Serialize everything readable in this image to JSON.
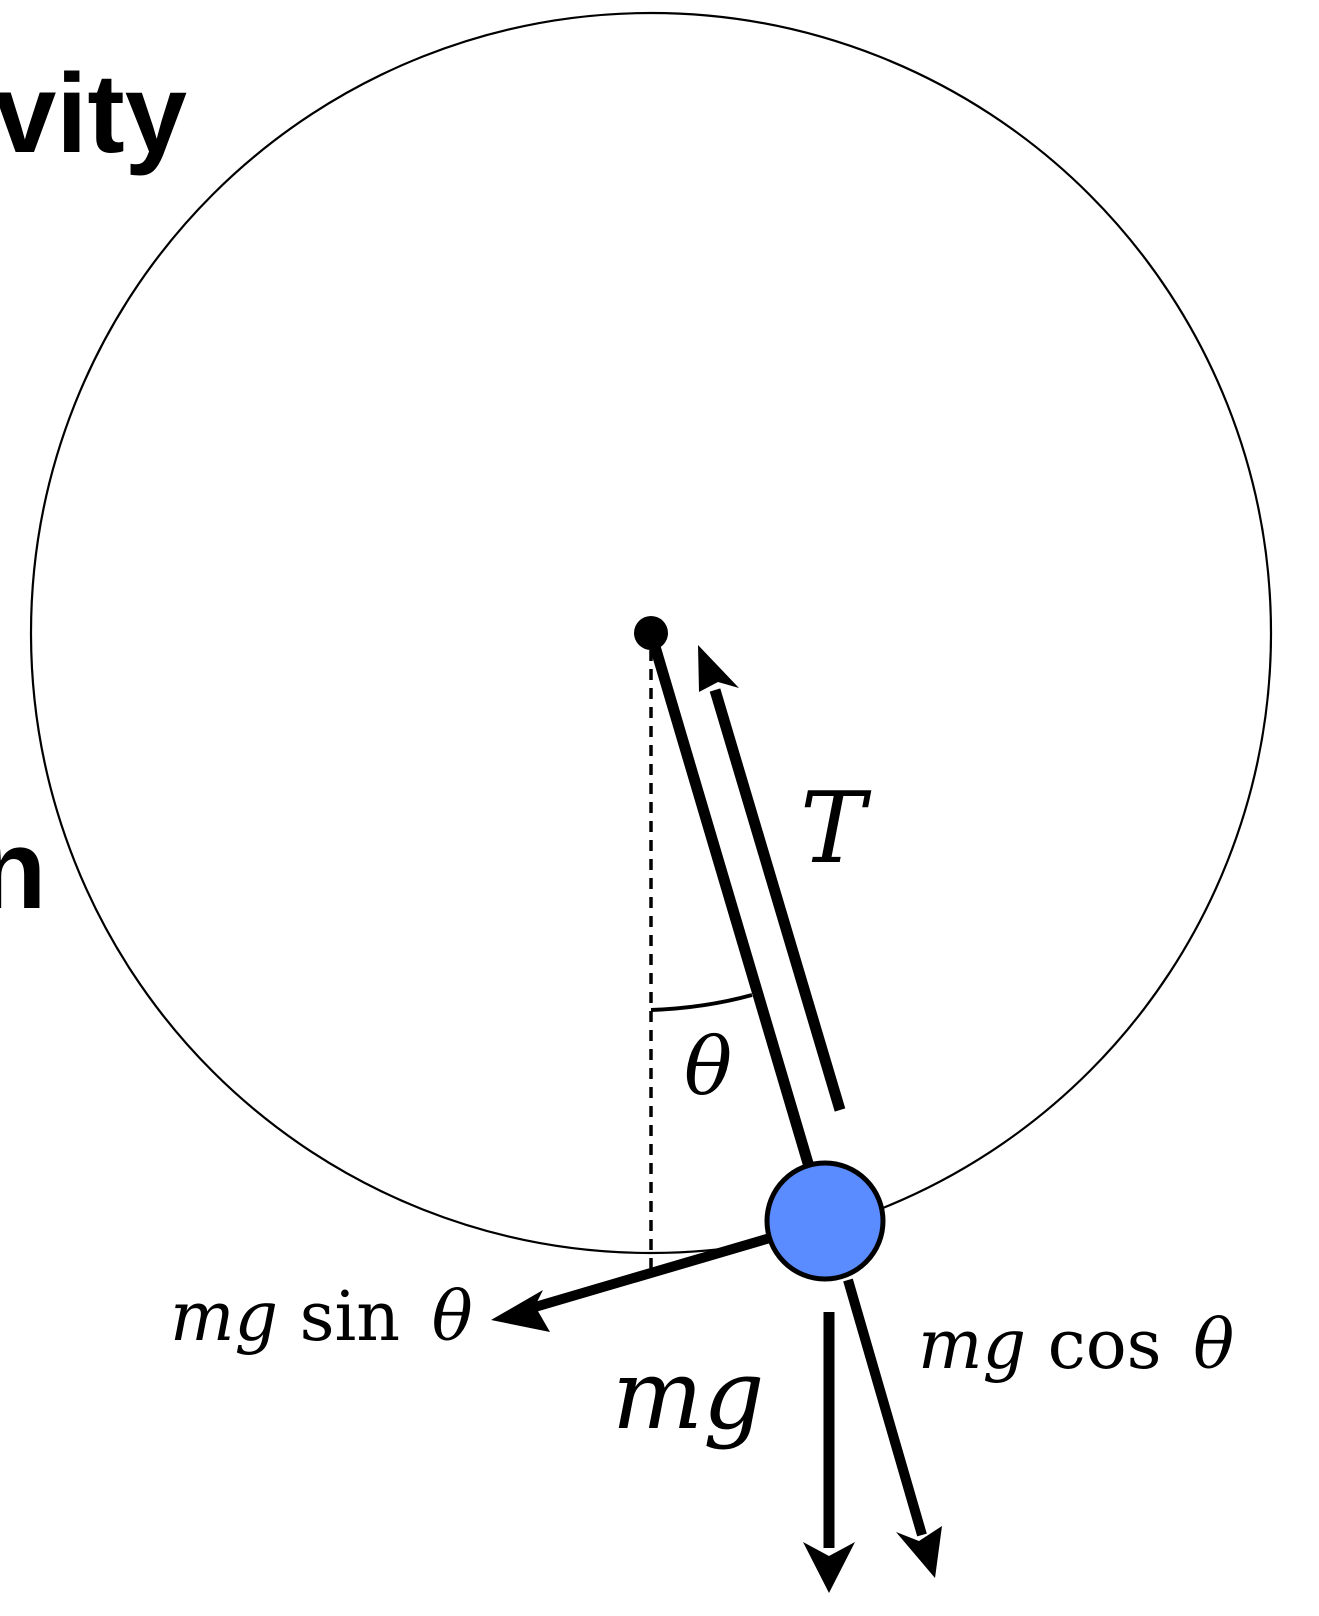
{
  "fragments": {
    "top_word": "vity",
    "mid_letter": "n"
  },
  "labels": {
    "tension": "T",
    "angle": "θ",
    "weight": "mg",
    "weight_sin": {
      "m": "mg",
      "fn": "sin",
      "var": "θ"
    },
    "weight_cos": {
      "m": "mg",
      "fn": "cos",
      "var": "θ"
    }
  },
  "colors": {
    "bob_fill": "#5B8CFF",
    "ink": "#000000"
  }
}
